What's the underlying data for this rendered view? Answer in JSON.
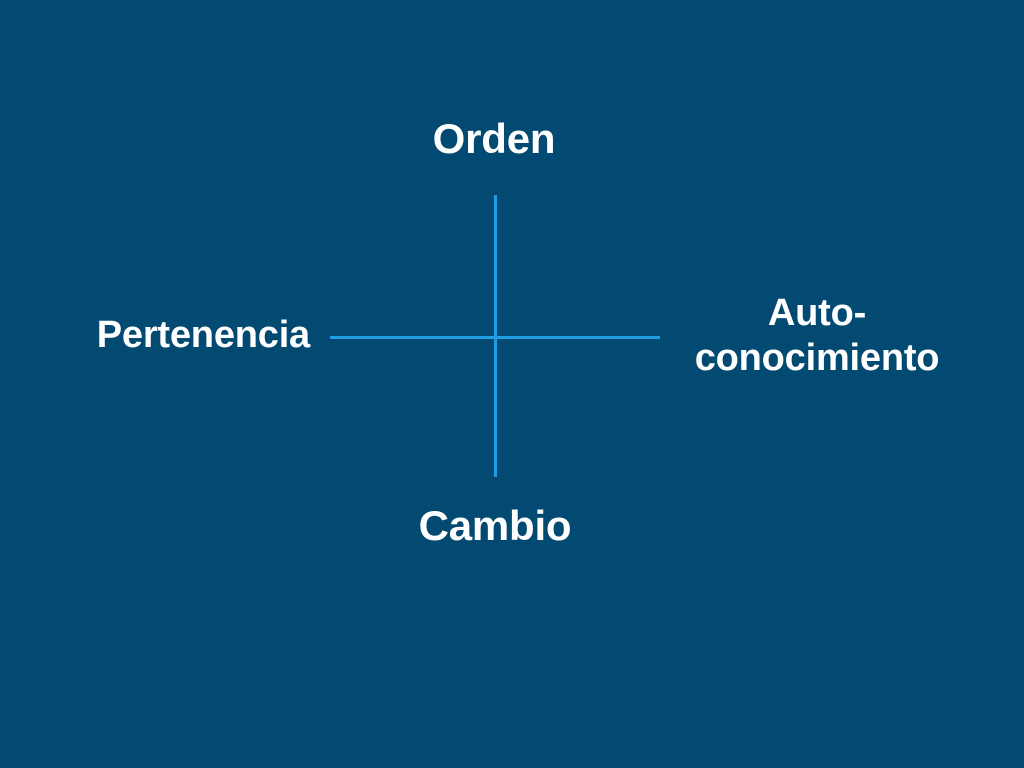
{
  "slide": {
    "background_color": "#034a72",
    "axis_color": "#1e9ce4",
    "text_color": "#ffffff"
  },
  "diagram": {
    "type": "cross-axes",
    "axes": [
      {
        "name": "vertical-axis",
        "top_label": "Orden",
        "bottom_label": "Cambio"
      },
      {
        "name": "horizontal-axis",
        "left_label": "Pertenencia",
        "right_label": "Auto-conocimiento"
      }
    ],
    "labels": {
      "top": "Orden",
      "bottom": "Cambio",
      "left": "Pertenencia",
      "right_line1": "Auto-",
      "right_line2": "conocimiento"
    }
  },
  "chart_data": {
    "type": "scatter",
    "title": "",
    "xlabel": "Pertenencia ↔ Auto-conocimiento",
    "ylabel": "Cambio ↔ Orden",
    "x_axis_labels": [
      "Pertenencia",
      "Auto-conocimiento"
    ],
    "y_axis_labels": [
      "Cambio",
      "Orden"
    ],
    "series": [],
    "grid": false,
    "legend": "none"
  }
}
